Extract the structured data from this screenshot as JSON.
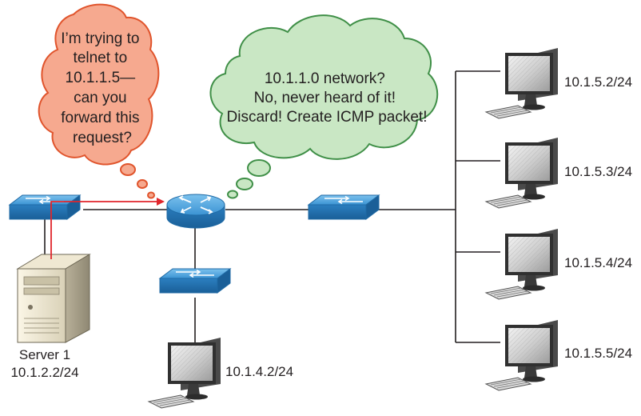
{
  "client_bubble": {
    "lines": [
      "I’m trying to",
      "telnet to",
      "10.1.1.5—",
      "can you",
      "forward this",
      "request?"
    ],
    "fill": "#f6a98f",
    "stroke": "#e0542c"
  },
  "router_bubble": {
    "lines": [
      "10.1.1.0 network?",
      "No, never heard of it!",
      "Discard! Create ICMP packet!"
    ],
    "fill": "#c9e7c4",
    "stroke": "#3f8f47"
  },
  "server": {
    "name": "Server 1",
    "ip": "10.1.2.2/24"
  },
  "hosts": {
    "left": "10.1.4.2/24",
    "right": [
      "10.1.5.2/24",
      "10.1.5.3/24",
      "10.1.5.4/24",
      "10.1.5.5/24"
    ]
  },
  "colors": {
    "device_blue": "#3a8fcf",
    "device_blue_dark": "#1f6aa5",
    "packet_path": "#e0262c",
    "link": "#231f20"
  },
  "icons": {
    "router": "router-icon",
    "switch": "switch-icon",
    "server": "server-icon",
    "workstation": "workstation-icon"
  }
}
